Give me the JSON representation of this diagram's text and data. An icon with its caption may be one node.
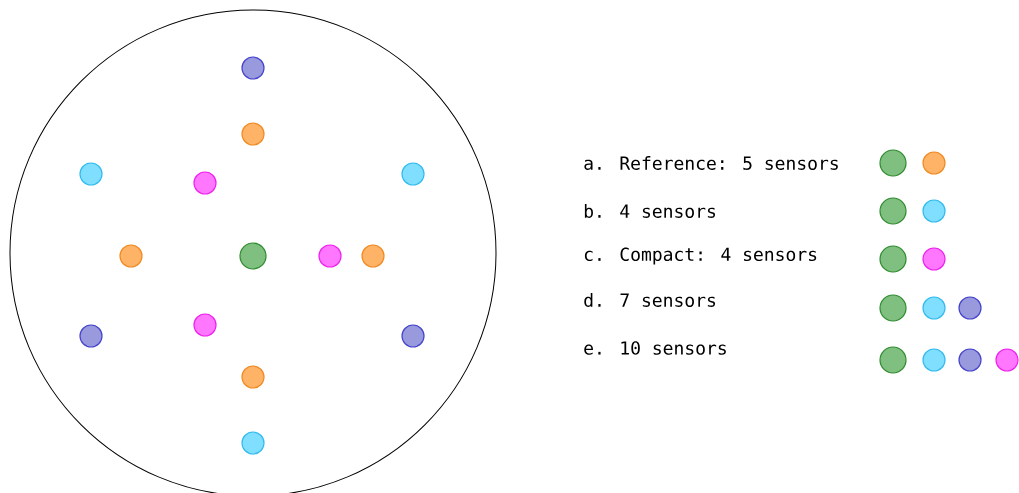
{
  "diagram": {
    "labels": [
      "a. Reference: 5 sensors",
      "b. 4 sensors",
      "c. Compact: 4 sensors",
      "d. 7 sensors",
      "e. 10 sensors"
    ]
  }
}
